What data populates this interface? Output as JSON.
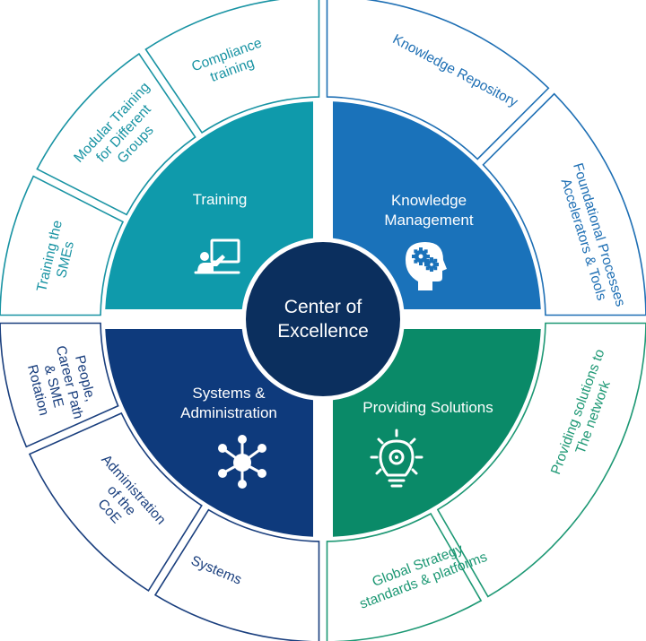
{
  "center": {
    "lines": [
      "Center of",
      "Excellence"
    ]
  },
  "colors": {
    "teal": "#0f9aab",
    "blue": "#1a72ba",
    "navy": "#0e3a7c",
    "green": "#0a8a68",
    "center": "#0b2f5e",
    "outer_teal": "#1893a3",
    "outer_blue": "#1e6fb4",
    "outer_navy": "#1a3f7e",
    "outer_green": "#1d9874"
  },
  "quadrants": [
    {
      "id": "training",
      "lines": [
        "Training"
      ],
      "icon": "presentation-board-icon"
    },
    {
      "id": "knowledge",
      "lines": [
        "Knowledge",
        "Management"
      ],
      "icon": "head-gears-icon"
    },
    {
      "id": "systems",
      "lines": [
        "Systems &",
        "Administration"
      ],
      "icon": "network-nodes-icon"
    },
    {
      "id": "solutions",
      "lines": [
        "Providing Solutions"
      ],
      "icon": "lightbulb-gear-icon"
    }
  ],
  "outer_segments": [
    {
      "id": "knowledge-repository",
      "lines": [
        "Knowledge Repository"
      ]
    },
    {
      "id": "foundational-processes",
      "lines": [
        "Foundational Processes",
        "Accelerators & Tools"
      ]
    },
    {
      "id": "providing-solutions-network",
      "lines": [
        "Providing solutions to",
        "The network"
      ]
    },
    {
      "id": "global-strategy",
      "lines": [
        "Global Strategy",
        "standards & platforms"
      ]
    },
    {
      "id": "systems",
      "lines": [
        "Systems"
      ]
    },
    {
      "id": "administration-coe",
      "lines": [
        "Administration",
        "of the",
        "CoE"
      ]
    },
    {
      "id": "people-career",
      "lines": [
        "People,",
        "Career Path",
        "& SME",
        "Rotation"
      ]
    },
    {
      "id": "training-smes",
      "lines": [
        "Training the",
        "SMEs"
      ]
    },
    {
      "id": "modular-training",
      "lines": [
        "Modular Training",
        "for Different",
        "Groups"
      ]
    },
    {
      "id": "compliance-training",
      "lines": [
        "Compliance",
        "training"
      ]
    }
  ]
}
